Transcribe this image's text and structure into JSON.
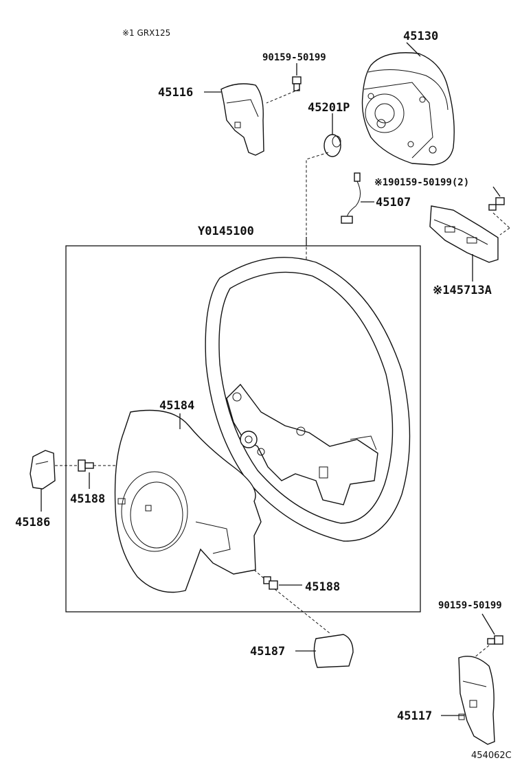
{
  "diagram": {
    "note": "※1 GRX125",
    "figure_code": "454062C",
    "parts": {
      "airbag": "45130",
      "bolt_top": "90159-50199",
      "cover_left_upper": "45116",
      "spacer": "45201P",
      "wire": "45107",
      "bolt_switch": "※190159-50199(2)",
      "switch": "※145713A",
      "wheel_assy": "Y0145100",
      "lower_cover": "45184",
      "clip_left": "45188",
      "cover_left": "45186",
      "clip_lower": "45188",
      "lower_cap": "45187",
      "bolt_bottom": "90159-50199",
      "cover_right_lower": "45117"
    }
  }
}
